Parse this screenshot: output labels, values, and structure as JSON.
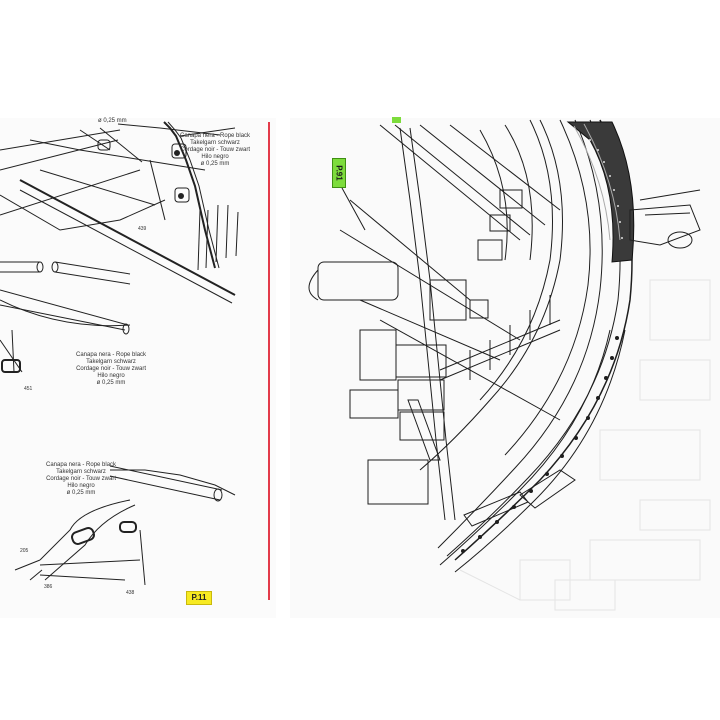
{
  "left_page": {
    "top_note": "ø 0,25 mm",
    "rope_block_1": [
      "Canapa nera - Rope black",
      "Takelgarn schwarz",
      "Cordage noir - Touw zwart",
      "Hilo negro",
      "ø 0,25 mm"
    ],
    "rope_block_2": [
      "Canapa nera - Rope black",
      "Takelgarn schwarz",
      "Cordage noir - Touw zwart",
      "Hilo negro",
      "ø 0,25 mm"
    ],
    "rope_block_3": [
      "Canapa nera - Rope black",
      "Takelgarn schwarz",
      "Cordage noir - Touw zwart",
      "Hilo negro",
      "ø 0,25 mm"
    ],
    "part_numbers": {
      "n439": "439",
      "n451": "451",
      "n205": "205",
      "n386": "386",
      "n438": "438"
    },
    "page_label": "P.11"
  },
  "right_page": {
    "tag_label": "P.91"
  },
  "colors": {
    "margin_line": "#e33b4a",
    "page_badge": "#f7ea22",
    "green_tag": "#7ddc3c",
    "ink": "#222222"
  }
}
